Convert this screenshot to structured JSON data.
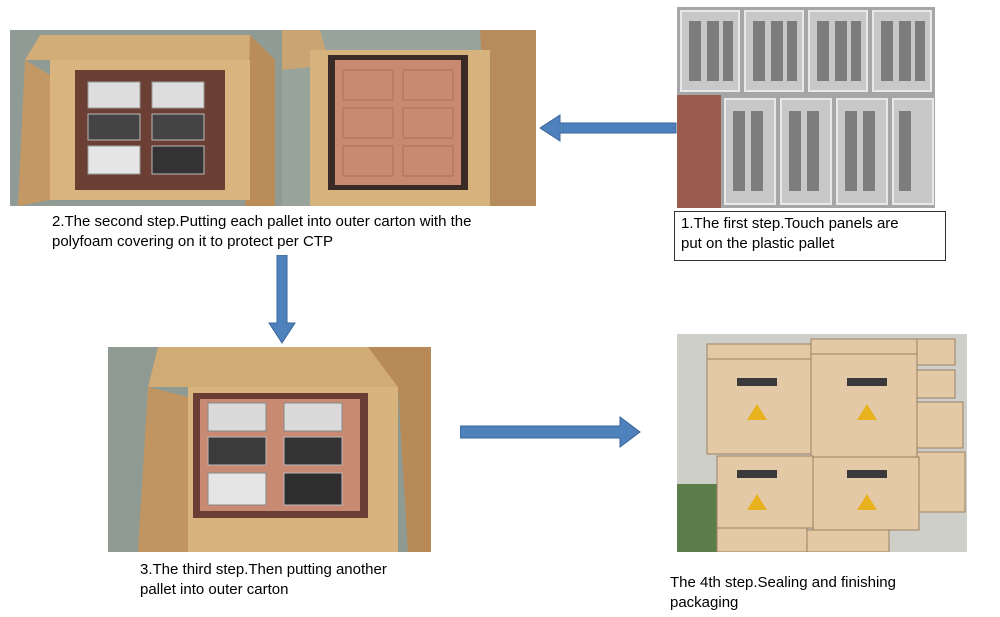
{
  "steps": {
    "step1": {
      "line1": "1.The first step.Touch panels are",
      "line2": "put on the plastic pallet"
    },
    "step2": {
      "line1": "2.The second step.Putting each pallet into outer carton with the",
      "line2": "polyfoam covering on it to protect per CTP"
    },
    "step3": {
      "line1": "3.The third step.Then putting another",
      "line2": "pallet into outer carton"
    },
    "step4": {
      "line1": "The 4th step.Sealing and finishing",
      "line2": "packaging"
    }
  },
  "colors": {
    "arrow": "#4f81bd",
    "cardboard": "#c9a06b",
    "pallet": "#7a4b3a",
    "foam": "#c98a74"
  }
}
